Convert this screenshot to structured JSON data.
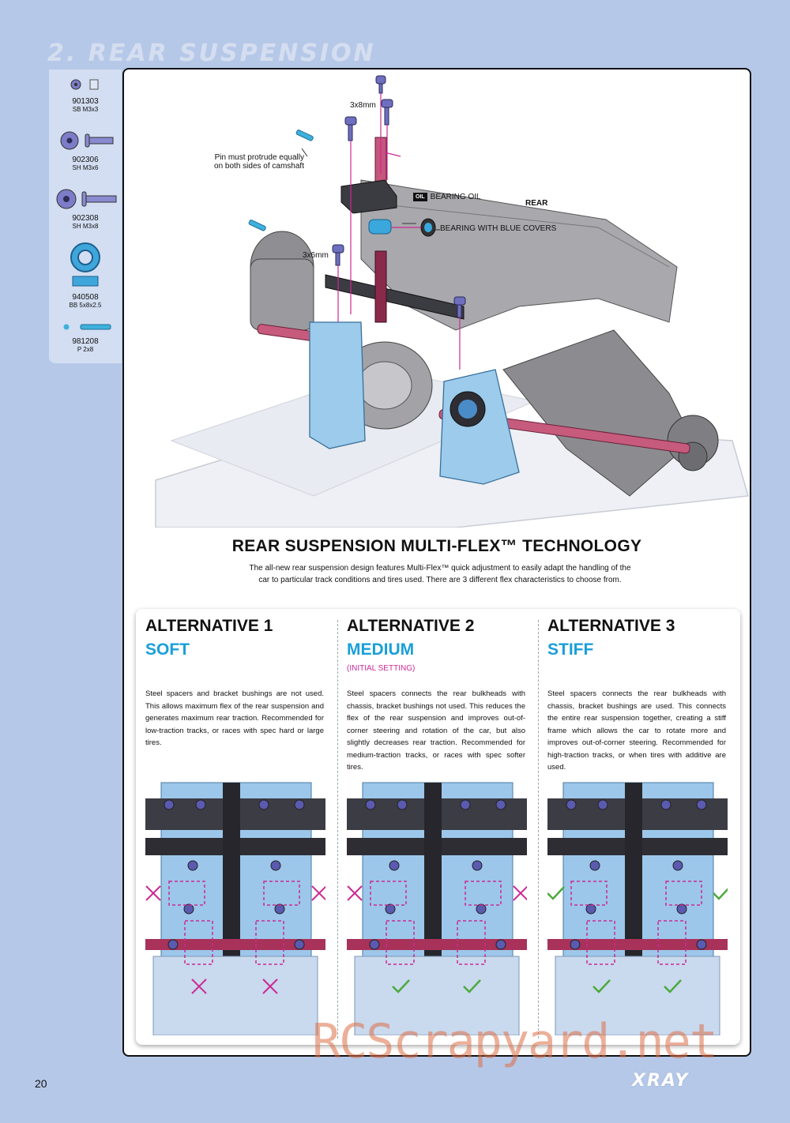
{
  "section": {
    "title": "2. REAR SUSPENSION"
  },
  "parts": [
    {
      "code": "901303",
      "desc": "SB M3x3"
    },
    {
      "code": "902306",
      "desc": "SH M3x6"
    },
    {
      "code": "902308",
      "desc": "SH M3x8"
    },
    {
      "code": "940508",
      "desc": "BB 5x8x2.5"
    },
    {
      "code": "981208",
      "desc": "P 2x8"
    }
  ],
  "diagram": {
    "callouts": {
      "screw_top": "3x8mm",
      "pin_note_line1": "Pin must protrude equally",
      "pin_note_line2": "on both sides of camshaft",
      "bearing_oil": "BEARING OIL",
      "oil_icon_label": "OIL",
      "bearing_covers": "BEARING WITH BLUE COVERS",
      "rear_label": "REAR",
      "screw_mid": "3x6mm"
    }
  },
  "multiflex": {
    "heading": "REAR SUSPENSION MULTI-FLEX™ TECHNOLOGY",
    "desc_line1": "The all-new rear suspension design features Multi-Flex™ quick adjustment to easily adapt the handling of the",
    "desc_line2": "car to particular track conditions and tires used. There are 3 different flex characteristics to choose from."
  },
  "alternatives": [
    {
      "title": "ALTERNATIVE 1",
      "subtitle": "SOFT",
      "note": "",
      "text": "Steel spacers and bracket bushings are not used. This allows maximum flex of the rear suspension and generates maximum rear traction. Recommended for low-traction tracks, or races with spec hard or large tires.",
      "marks": [
        "cross",
        "cross",
        "cross",
        "cross"
      ]
    },
    {
      "title": "ALTERNATIVE 2",
      "subtitle": "MEDIUM",
      "note": "(INITIAL SETTING)",
      "text": "Steel spacers connects the rear bulkheads with chassis, bracket bushings not used. This reduces the flex of the rear suspension and improves out-of-corner steering and rotation of the car, but also slightly decreases rear traction. Recommended for medium-traction tracks, or races with spec softer tires.",
      "marks": [
        "cross",
        "cross",
        "check",
        "check"
      ]
    },
    {
      "title": "ALTERNATIVE 3",
      "subtitle": "STIFF",
      "note": "",
      "text": "Steel spacers connects the rear bulkheads with chassis, bracket bushings are used. This connects the entire rear suspension together, creating a stiff frame which allows the car to rotate more and improves out-of-corner steering. Recommended for high-traction tracks, or when tires with additive are used.",
      "marks": [
        "check",
        "check",
        "check",
        "check"
      ]
    }
  ],
  "colors": {
    "page_bg": "#b6c8e8",
    "accent_blue": "#1a9fd9",
    "accent_magenta": "#cc2a94",
    "part_blue": "#8ab8e8",
    "shaft_red": "#a8325a"
  },
  "footer": {
    "page_number": "20",
    "watermark": "RCScrapyard.net",
    "brand": "XRAY"
  }
}
